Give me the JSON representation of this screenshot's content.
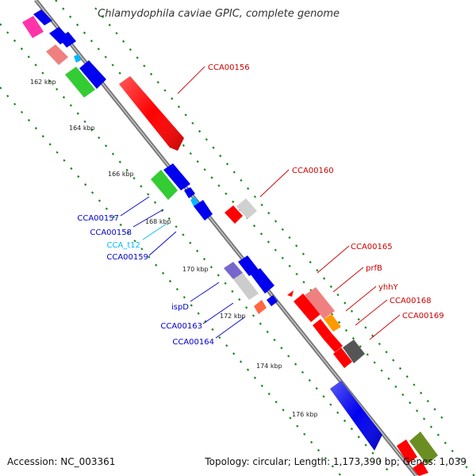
{
  "title": "Chlamydophila caviae GPIC, complete genome",
  "footer": {
    "accession": "Accession: NC_003361",
    "summary": "Topology: circular; Length: 1,173,390 bp; Genes: 1,039"
  },
  "ticks": [
    "162 kbp",
    "164 kbp",
    "166 kbp",
    "168 kbp",
    "170 kbp",
    "172 kbp",
    "174 kbp",
    "176 kbp"
  ],
  "gene_labels": {
    "CCA00156": "CCA00156",
    "CCA00160": "CCA00160",
    "CCA00165": "CCA00165",
    "prfB": "prfB",
    "yhhY": "yhhY",
    "CCA00168": "CCA00168",
    "CCA00169": "CCA00169",
    "CCA00157": "CCA00157",
    "CCA00158": "CCA00158",
    "CCA_t12": "CCA_t12",
    "CCA00159": "CCA00159",
    "ispD": "ispD",
    "CCA00163": "CCA00163",
    "CCA00164": "CCA00164"
  },
  "colors": {
    "forward_gene": "#ff0000",
    "reverse_gene": "#0000ee",
    "trna_label": "#00c8ff",
    "backbone": "#888888",
    "dots": "#1a8a1a"
  }
}
